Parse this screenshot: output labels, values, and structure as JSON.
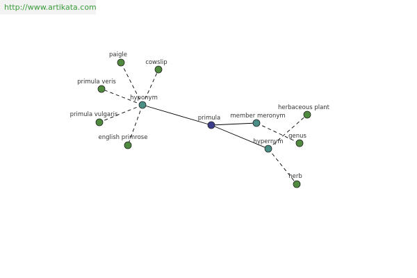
{
  "source_url": "http://www.artikata.com",
  "colors": {
    "center": "#3a3e8c",
    "relation": "#4a8f86",
    "term": "#4f8a3e",
    "edge": "#000000"
  },
  "graph": {
    "nodes": [
      {
        "id": "primula",
        "label": "primula",
        "kind": "center"
      },
      {
        "id": "hyponym",
        "label": "hyponym",
        "kind": "relation"
      },
      {
        "id": "member_meronym",
        "label": "member meronym",
        "kind": "relation"
      },
      {
        "id": "hypernym",
        "label": "hypernym",
        "kind": "relation"
      },
      {
        "id": "paigle",
        "label": "paigle",
        "kind": "term"
      },
      {
        "id": "cowslip",
        "label": "cowslip",
        "kind": "term"
      },
      {
        "id": "primula_veris",
        "label": "primula veris",
        "kind": "term"
      },
      {
        "id": "primula_vulgaris",
        "label": "primula vulgaris",
        "kind": "term"
      },
      {
        "id": "english_primrose",
        "label": "english primrose",
        "kind": "term"
      },
      {
        "id": "herbaceous_plant",
        "label": "herbaceous plant",
        "kind": "term"
      },
      {
        "id": "genus",
        "label": "genus",
        "kind": "term"
      },
      {
        "id": "herb",
        "label": "herb",
        "kind": "term"
      }
    ],
    "edges": [
      {
        "from": "primula",
        "to": "hyponym",
        "style": "solid"
      },
      {
        "from": "primula",
        "to": "member_meronym",
        "style": "solid"
      },
      {
        "from": "primula",
        "to": "hypernym",
        "style": "solid"
      },
      {
        "from": "hyponym",
        "to": "paigle",
        "style": "dashed"
      },
      {
        "from": "hyponym",
        "to": "cowslip",
        "style": "dashed"
      },
      {
        "from": "hyponym",
        "to": "primula_veris",
        "style": "dashed"
      },
      {
        "from": "hyponym",
        "to": "primula_vulgaris",
        "style": "dashed"
      },
      {
        "from": "hyponym",
        "to": "english_primrose",
        "style": "dashed"
      },
      {
        "from": "member_meronym",
        "to": "genus",
        "style": "dashed"
      },
      {
        "from": "hypernym",
        "to": "herbaceous_plant",
        "style": "dashed"
      },
      {
        "from": "hypernym",
        "to": "herb",
        "style": "dashed"
      }
    ]
  }
}
